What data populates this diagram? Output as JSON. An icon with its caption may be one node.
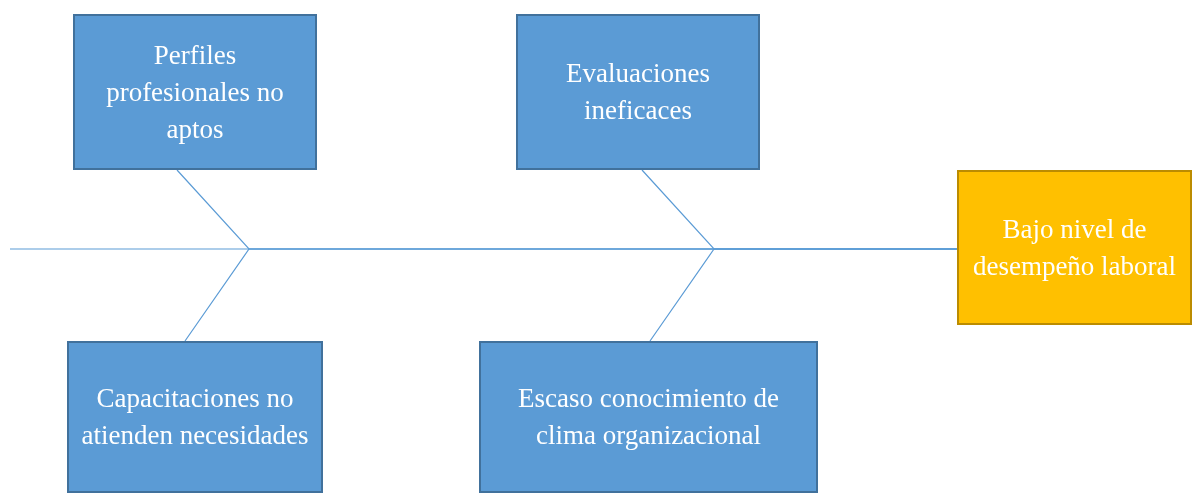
{
  "diagram": {
    "nodes": [
      {
        "text": [
          "Perfiles profesionales no aptos"
        ]
      },
      {
        "text": [
          "Evaluaciones ineficaces"
        ]
      },
      {
        "text": [
          "Bajo nivel de desempeño laboral"
        ]
      },
      {
        "text": [
          "Capacitaciones no atienden necesidades"
        ]
      },
      {
        "text": [
          "Escaso conocimiento de clima organizacional"
        ]
      }
    ],
    "edges": [
      {
        "from": null,
        "to": 2,
        "arrow": "none"
      },
      {
        "from": 0,
        "to": 2,
        "arrow": "none"
      },
      {
        "from": 1,
        "to": 2,
        "arrow": "none"
      },
      {
        "from": 3,
        "to": 2,
        "arrow": "none"
      },
      {
        "from": 4,
        "to": 2,
        "arrow": "none"
      }
    ]
  }
}
